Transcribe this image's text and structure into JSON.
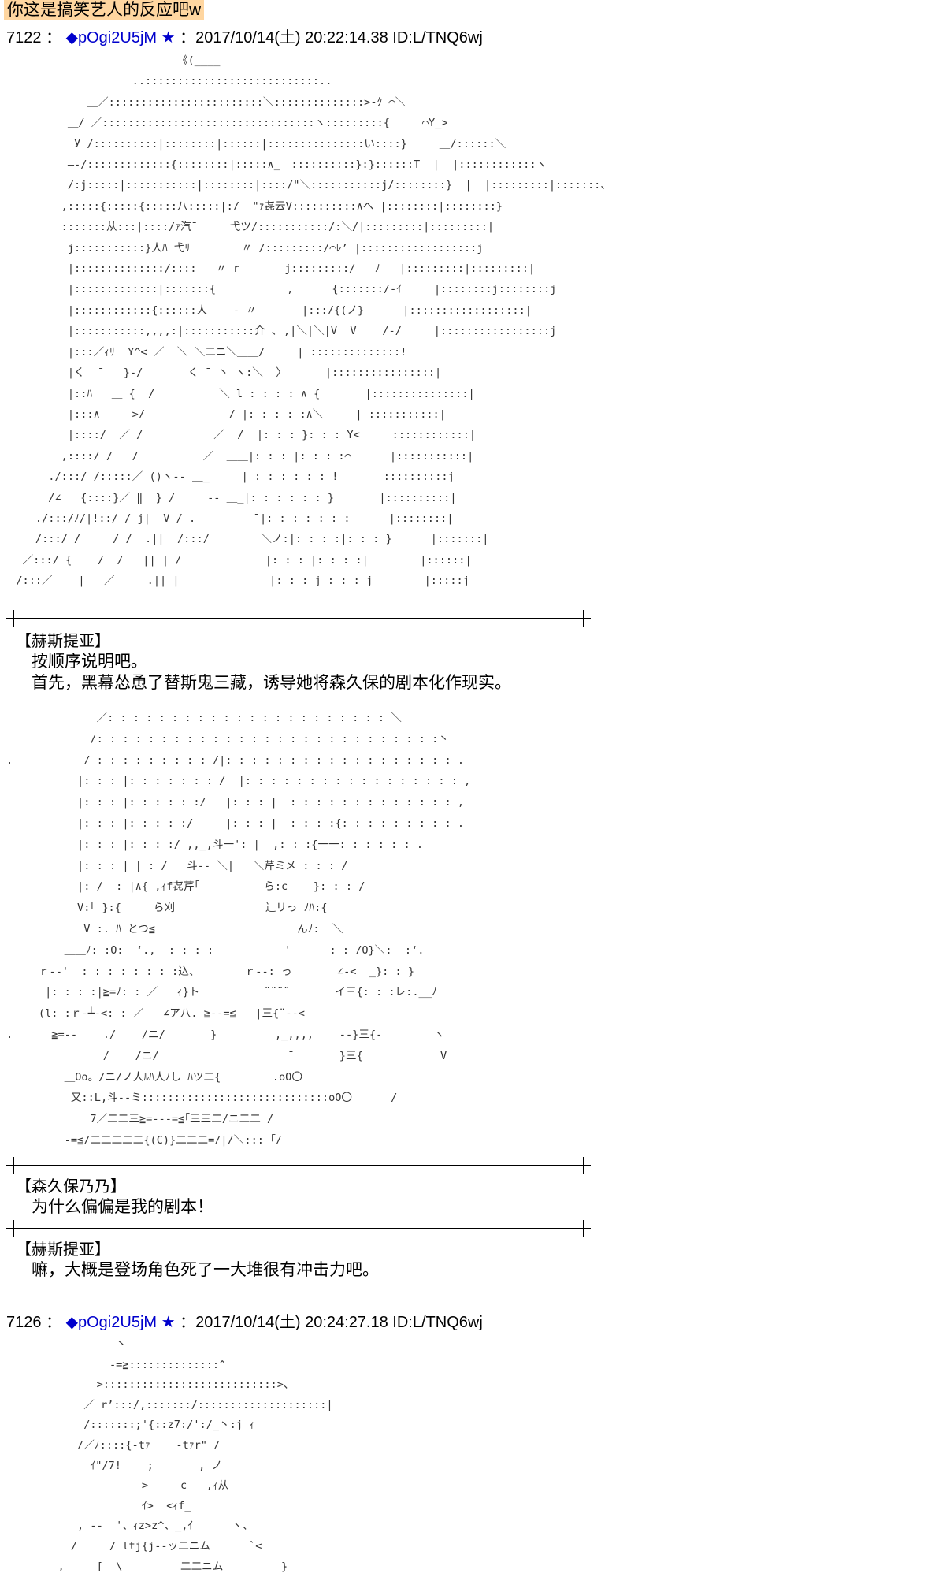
{
  "header": {
    "title": "你这是搞笑艺人的反应吧w"
  },
  "posts": [
    {
      "number": "7122",
      "sep": "：",
      "trip": "◆pOgi2U5jM",
      "star": "★",
      "meta": "：2017/10/14(土) 20:22:14.38 ID:L/TNQ6wj"
    },
    {
      "number": "7126",
      "sep": "：",
      "trip": "◆pOgi2U5jM",
      "star": "★",
      "meta": "：2017/10/14(土) 20:24:27.18 ID:L/TNQ6wj"
    }
  ],
  "dialogues": [
    {
      "speaker": "【赫斯提亚】",
      "lines": [
        "按顺序说明吧。",
        "首先，黑幕怂恿了替斯鬼三藏，诱导她将森久保的剧本化作现实。"
      ]
    },
    {
      "speaker": "【森久保乃乃】",
      "lines": [
        "为什么偏偏是我的剧本！"
      ]
    },
    {
      "speaker": "【赫斯提亚】",
      "lines": [
        "嘛，大概是登场角色死了一大堆很有冲击力吧。"
      ]
    }
  ],
  "aa": {
    "art1": "                           《(____\n                    ..:::::::::::::::::::::::::::..\n             ＿／::::::::::::::::::::::::＼::::::::::::::>-ｸ ⌒＼\n          ＿/ ／:::::::::::::::::::::::::::::::::ヽ:::::::::{     ⌒Y_>\n           У /::::::::::|::::::::|::::::|:::::::::::::::い::::}     ＿/::::::＼\n          ―-/:::::::::::::{::::::::|:::::∧_＿::::::::::}:}::::::T  |  |::::::::::::ヽ\n          /:j:::::|:::::::::::|::::::::|::::/\"＼:::::::::::j/::::::::}  |  |:::::::::|:::::::、\n         ,:::::{:::::{:::::八:::::|:/  \"ｧ㐂云V::::::::::∧へ |::::::::|::::::::}\n         :::::::从:::|::::/ｧ汽¯     弋ツ/:::::::::::/:＼/|:::::::::|:::::::::|\n          j:::::::::::}人ﾊ 弋ﾘ        〃 /:::::::::/⌒ﾚ’ |::::::::::::::::::j\n          |::::::::::::::/::::   〃 r       j:::::::::/   ﾉ   |:::::::::|:::::::::|\n          |:::::::::::::|:::::::{           ,      {:::::::/-ｲ     |::::::::j::::::::j\n          |::::::::::::{::::::人    ‐ 〃       |:::/{(ノ}      |::::::::::::::::::|\n          |:::::::::::,,,,:|:::::::::::介 ､ ,|＼|＼|V  V    /-/     |:::::::::::::::::j\n          |:::／ｨﾘ  Y^< ／ ¯＼ ＼二ニ＼＿＿/     | ::::::::::::::!\n          |く  ¯   }‐/       く ¯ 丶 ヽ:＼  〉      |::::::::::::::::|\n          |::ﾊ   ＿ {  /          ＼ l : : : : ∧ {       |:::::::::::::::|\n          |:::∧     >/             / |: : : : :∧＼     | :::::::::::|\n          |::::/  ／ /           ／  /  |: : : }: : : Y<     ::::::::::::|\n         ,::::/ /   /          ／  ＿＿|: : : |: : : :⌒      |:::::::::::|\n       ./:::/ /:::::／ ()ヽ-- ＿_     | : : : : : : !       ::::::::::j\n       /∠   {::::}／ ‖  } /     -- ＿_|: : : : : : }       |::::::::::|\n     ./:::/ﾉ/|!::/ / j|  V / .         ¯|: : : : : : :      |::::::::|\n     /:::/ /     / /  .||  /:::/        ＼ノ:|: : : :|: : : }      |:::::::|\n   ／:::/ {    /  /   || | /             |: : : |: : : :|        |::::::|\n  /:::／    |   ／     .|| |              |: : : j : : : j        |:::::j",
    "art2": "              ／: : : : : : : : : : : : : : : : : : : : : : ＼\n             /: : : : : : : : : : : : : : : : : : : : : : : : : : :丶\n.           / : : : : : : : : : /|: : : : : : : : : : : : : : : : : : .\n           |: : : |: : : : : : : /  |: : : : : : : : : : : : : : : : : ,\n           |: : : |: : : : : :/   |: : : |  : : : : : : : : : : : : : ,\n           |: : : |: : : : :/     |: : : |  : : : :{: : : : : : : : : .\n           |: : : |: : : :/ ,,_,斗一': |  ,: : :{一一: : : : : : .\n           |: : : | | : /   斗-- ＼|   ＼芹ミメ : : : /\n           |: /  : |∧{ ,ｨf㐂芹｢          ら:c    }: : : /\n           V:｢ }:{     ら刈              辷リっ ﾉﾊ:{\n            V :. ﾊ とつ≦                      んﾉ:  ＼\n         ＿＿ﾉ: :O:  ‘.,  : : : :           '      : : /O}＼:  :‘.\n     ｒ-‐'  : : : : : : : :込、       ｒ-‐: っ       ∠-<  _}: : }\n      |: : : :|≧=ﾉ: : ／   ｨ}ト          ¨¨¨¨       イ三{: : :レ:.__ﾉ\n     (l: :ｒ-┴-<: : ／   ∠ア八. ≧-‐=≦   |三{¨‐‐<\n.      ≧=--    ./    /ニ/       }         ,_,,,,    --}三{‐        ヽ\n               /    /ニ/                    ¯       }三{            V\n         ＿Oo。/ニ/ノ人ﾙﾊ人ﾉし ﾊツ二{        .oO〇\n          又::L,斗--ミ:::::::::::::::::::::::::::::oO〇      /\n             7／二二三≧=-‐‐=≦｢三三二/ニ二二 /\n         ‐=≦/二二二二二{(C)}二二二=/|/＼::: ｢/",
    "art3": "                 丶\n                -=≧::::::::::::::^\n              >:::::::::::::::::::::::::::>、\n            ／ r’:::/,:::::::/::::::::::::::::::::|\n            /:::::::;'{::z7:/':/_丶:j ｨ\n           /／ﾉ::::{-tｧ    -tｧr\" /\n             ｲ\"/7!    ;       , ノ\n                     >     c   ,ｨ从\n                     ｲ>  <ｨf_\n           , --  '、ｨz>z^、_,ｲ      ヽ、\n          /     / ltj{j--ッ二ニム      `<\n        ,     [  \\         二二ニム         }"
  }
}
